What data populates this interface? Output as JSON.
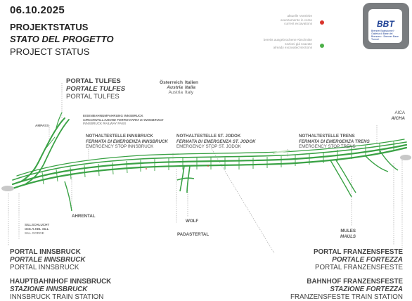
{
  "header": {
    "date": "06.10.2025",
    "title_de": "PROJEKTSTATUS",
    "title_it": "STATO DEL PROGETTO",
    "title_en": "PROJECT STATUS"
  },
  "legend": {
    "current_lines": [
      "aktuelle Vortriebe",
      "avanzamento in corso",
      "current excavations"
    ],
    "done_lines": [
      "bereits ausgebrochene Abschnitte",
      "sezioni già scavate",
      "already excavated sections"
    ],
    "colors": {
      "current": "#d9332b",
      "done": "#4cb048",
      "tunnel": "#3aa245",
      "inactive": "#b9ddb5"
    }
  },
  "logo": {
    "name": "BBT",
    "tagline": "Brenner Basistunnel · Galleria di Base del Brennero · Brenner Base Tunnel"
  },
  "labels": {
    "portal_tulfes": [
      "PORTAL TULFES",
      "PORTALE TULFES",
      "PORTAL TULFES"
    ],
    "border": {
      "at": [
        "Österreich",
        "Austria",
        "Austria"
      ],
      "it": [
        "Italien",
        "Italia",
        "Italy"
      ]
    },
    "bypass": [
      "EISENBAHNUMFAHRUNG INNSBRUCK",
      "CIRCONVALLAZIONE FERROVIARIA DI INNSBRUCK",
      "INNSBRUCK RAILWAY PASS"
    ],
    "ampass": "AMPASS",
    "stop_innsbruck": [
      "NOTHALTESTELLE INNSBRUCK",
      "FERMATA DI EMERGENZA INNSBRUCK",
      "EMERGENCY STOP INNSBRUCK"
    ],
    "stop_jodok": [
      "NOTHALTESTELLE ST. JODOK",
      "FERMATA DI EMERGENZA ST. JODOK",
      "EMERGENCY STOP ST. JODOK"
    ],
    "stop_trens": [
      "NOTHALTESTELLE TRENS",
      "FERMATA DI EMERGENZA TRENS",
      "EMERGENCY STOP TRENS"
    ],
    "aica": [
      "AICA",
      "AICHA"
    ],
    "sill_gorge": [
      "SILLSCHLUCHT",
      "GOLA DEL SILL",
      "SILL GORGE"
    ],
    "ahrental": "AHRENTAL",
    "wolf": "WOLF",
    "padastertal": "PADASTERTAL",
    "mules": [
      "MULES",
      "MAULS"
    ],
    "portal_innsbruck": [
      "PORTAL INNSBRUCK",
      "PORTALE INNSBRUCK",
      "PORTAL INNSBRUCK"
    ],
    "portal_franzensfeste": [
      "PORTAL FRANZENSFESTE",
      "PORTALE FORTEZZA",
      "PORTAL FRANZENSFESTE"
    ],
    "station_innsbruck": [
      "HAUPTBAHNHOF INNSBRUCK",
      "STAZIONE INNSBRUCK",
      "INNSBRUCK TRAIN STATION"
    ],
    "station_franzensfeste": [
      "BAHNHOF FRANZENSFESTE",
      "STAZIONE FORTEZZA",
      "FRANZENSFESTE TRAIN STATION"
    ]
  }
}
